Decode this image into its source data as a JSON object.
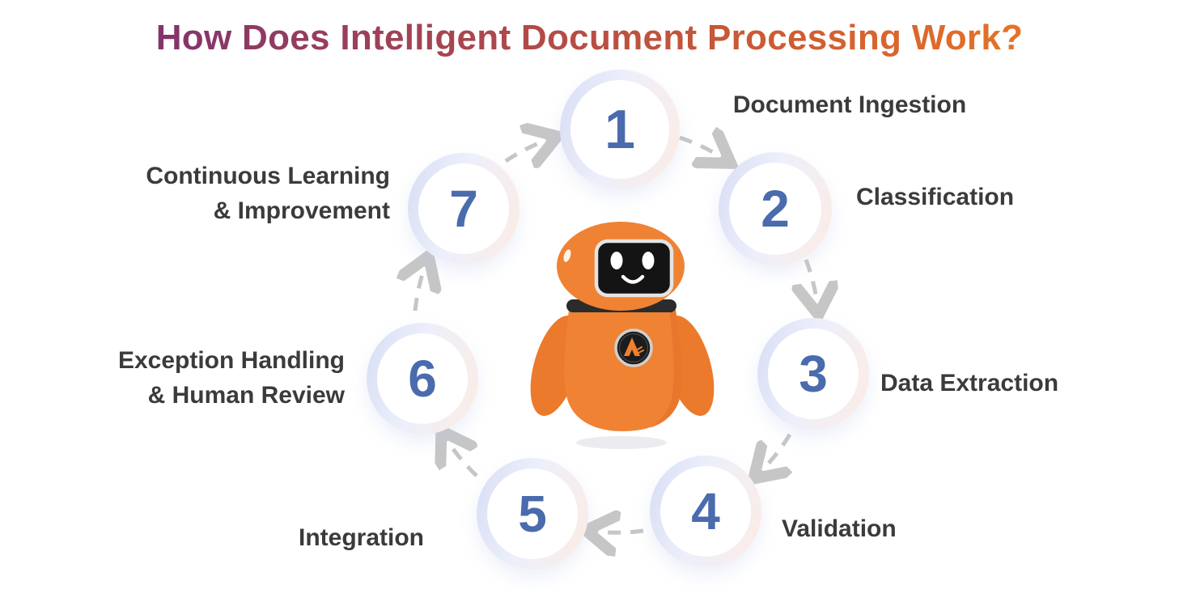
{
  "title": "How Does Intelligent Document Processing Work?",
  "steps": [
    {
      "number": "1",
      "label": "Document Ingestion"
    },
    {
      "number": "2",
      "label": "Classification"
    },
    {
      "number": "3",
      "label": "Data Extraction"
    },
    {
      "number": "4",
      "label": "Validation"
    },
    {
      "number": "5",
      "label": "Integration"
    },
    {
      "number": "6",
      "label": "Exception Handling\n& Human Review"
    },
    {
      "number": "7",
      "label": "Continuous Learning\n& Improvement"
    }
  ],
  "flow": {
    "direction": "clockwise",
    "arrow_count": 7
  },
  "robot": {
    "description": "orange robot mascot with dark face screen, smiling",
    "badge_icon": "brand-a-logo"
  },
  "colors": {
    "title_gradient_start": "#702a80",
    "title_gradient_mid": "#b14a48",
    "title_gradient_end": "#f58220",
    "step_number": "#4a6bad",
    "step_label": "#3b3b3b",
    "ring_blue": "#d7def4",
    "ring_peach": "#fcece4",
    "arrow": "#c6c6c6",
    "robot_orange": "#ef8233",
    "robot_face": "#141414"
  }
}
